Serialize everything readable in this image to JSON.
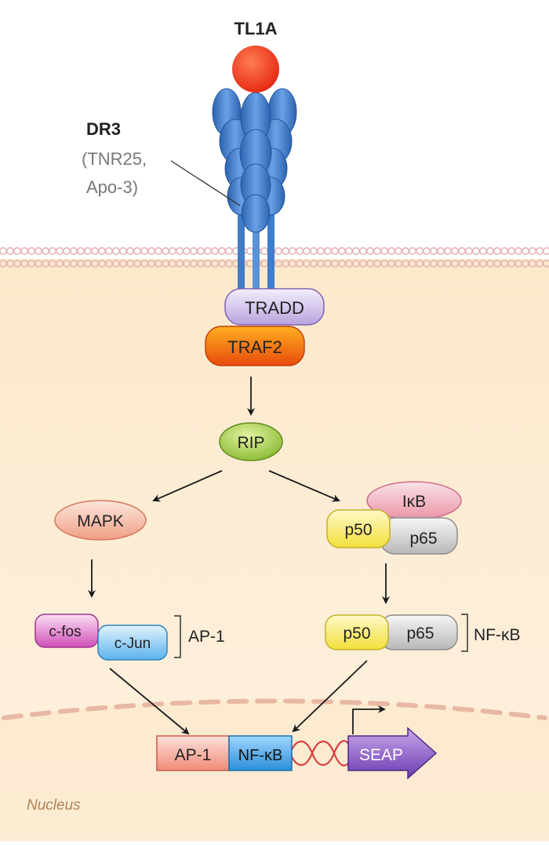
{
  "ligand": {
    "label": "TL1A"
  },
  "receptor": {
    "label": "DR3",
    "aliases": "(TNR25,",
    "aliases_line2": "Apo-3)"
  },
  "adaptors": {
    "tradd": "TRADD",
    "traf2": "TRAF2",
    "rip": "RIP"
  },
  "mapk_branch": {
    "mapk": "MAPK",
    "cfos": "c-fos",
    "cjun": "c-Jun",
    "complex": "AP-1"
  },
  "nfkb_branch": {
    "ikb": "IκB",
    "p50": "p50",
    "p65": "p65",
    "complex": "NF-κB"
  },
  "promoter": {
    "ap1": "AP-1",
    "nfkb": "NF-κB",
    "reporter": "SEAP"
  },
  "compartment": {
    "nucleus": "Nucleus"
  },
  "colors": {
    "cytoplasm": "#fcebd0",
    "membrane": "#e6b3b3",
    "receptor": "#3f7cc9",
    "ligand": "#ee3a1c",
    "arrow": "#1a1a1a"
  }
}
